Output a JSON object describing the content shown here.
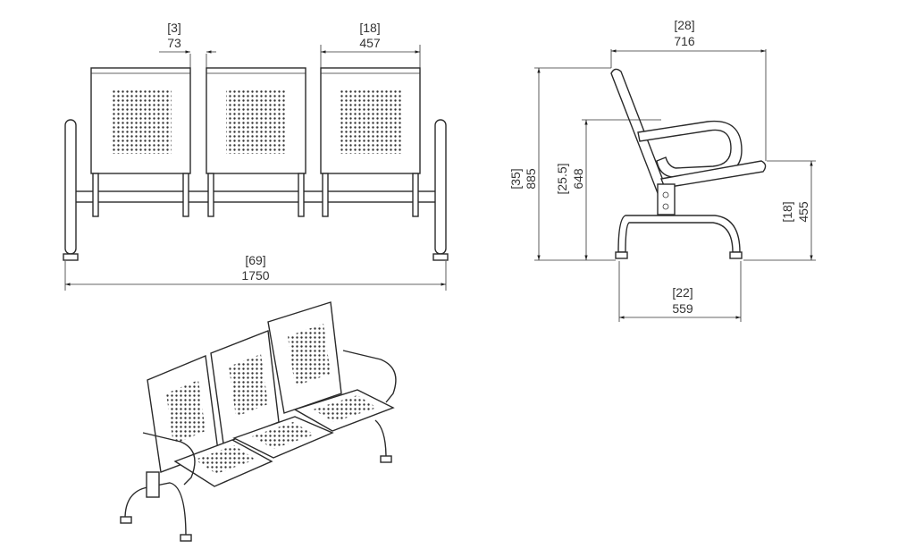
{
  "views": {
    "front": {
      "seat_gap": {
        "inch": "[3]",
        "mm": "73"
      },
      "seat_width": {
        "inch": "[18]",
        "mm": "457"
      },
      "overall_length": {
        "inch": "[69]",
        "mm": "1750"
      }
    },
    "side": {
      "depth": {
        "inch": "[28]",
        "mm": "716"
      },
      "overall_height": {
        "inch": "[35]",
        "mm": "885"
      },
      "arm_height": {
        "inch": "[25.5]",
        "mm": "648"
      },
      "seat_height": {
        "inch": "[18]",
        "mm": "455"
      },
      "base_depth": {
        "inch": "[22]",
        "mm": "559"
      }
    }
  },
  "colors": {
    "line": "#2a2a2a",
    "background": "#ffffff"
  }
}
